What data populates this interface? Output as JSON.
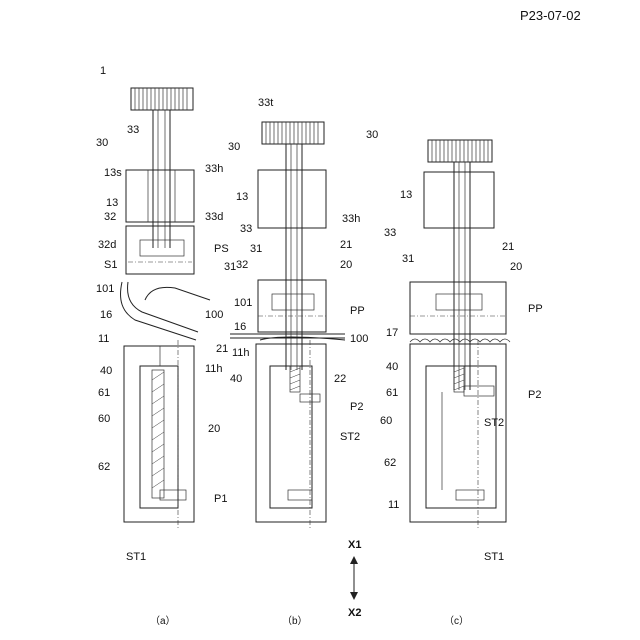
{
  "sheet_id": "P23-07-02",
  "direction": {
    "x1": "X1",
    "x2": "X2"
  },
  "panels": [
    {
      "caption": "（a）",
      "refs": {
        "r1": "1",
        "r30": "30",
        "r33": "33",
        "r33h": "33h",
        "r13s": "13s",
        "r13": "13",
        "r33d": "33d",
        "r32": "32",
        "r32d": "32d",
        "rPS": "PS",
        "rS1": "S1",
        "r31": "31",
        "r101": "101",
        "r100": "100",
        "r16": "16",
        "r21": "21",
        "r11": "11",
        "r11h": "11h",
        "r40": "40",
        "r61": "61",
        "r60": "60",
        "r20": "20",
        "r62": "62",
        "rP1": "P1",
        "rST1": "ST1"
      }
    },
    {
      "caption": "（b）",
      "refs": {
        "r33t": "33t",
        "r30": "30",
        "r13": "13",
        "r33": "33",
        "r33h": "33h",
        "r31": "31",
        "r21": "21",
        "r32": "32",
        "r20": "20",
        "r101": "101",
        "rPP": "PP",
        "r16": "16",
        "r100": "100",
        "r11h": "11h",
        "r40": "40",
        "r22": "22",
        "rP2": "P2",
        "rST2": "ST2"
      }
    },
    {
      "caption": "（c）",
      "refs": {
        "r30": "30",
        "r13": "13",
        "r33": "33",
        "r31": "31",
        "r21": "21",
        "r20": "20",
        "rPP": "PP",
        "r17": "17",
        "r40": "40",
        "rP2": "P2",
        "r61": "61",
        "r60": "60",
        "rST2": "ST2",
        "r62": "62",
        "r11": "11",
        "rST1": "ST1"
      }
    }
  ]
}
